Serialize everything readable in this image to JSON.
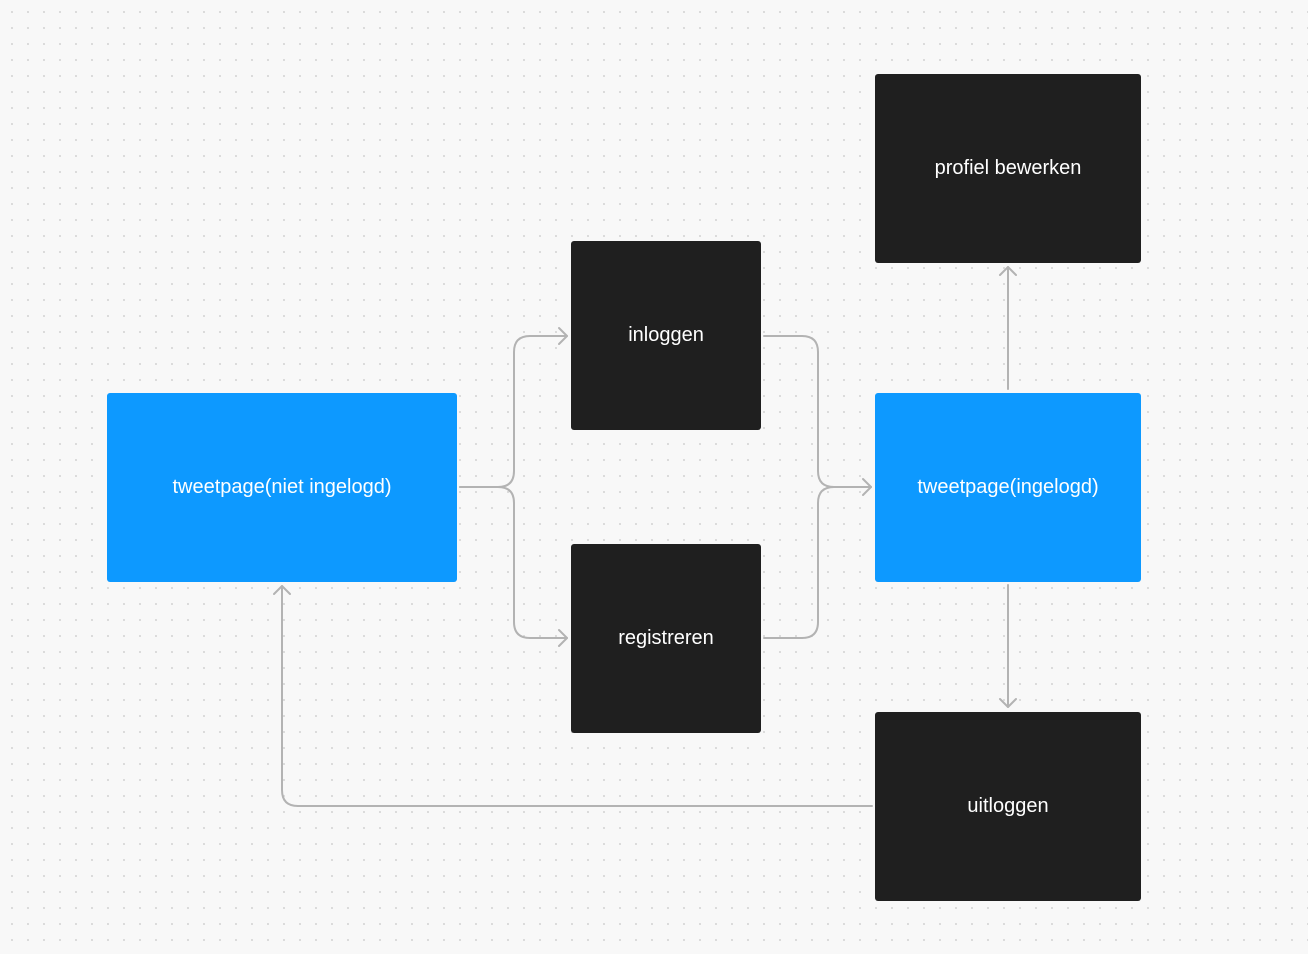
{
  "diagram": {
    "nodes": {
      "tweetpage_guest": {
        "label": "tweetpage(niet ingelogd)",
        "color": "#0d99ff"
      },
      "inloggen": {
        "label": "inloggen",
        "color": "#1f1f1f"
      },
      "registreren": {
        "label": "registreren",
        "color": "#1f1f1f"
      },
      "tweetpage_user": {
        "label": "tweetpage(ingelogd)",
        "color": "#0d99ff"
      },
      "profiel": {
        "label": "profiel bewerken",
        "color": "#1f1f1f"
      },
      "uitloggen": {
        "label": "uitloggen",
        "color": "#1f1f1f"
      }
    },
    "edges": [
      {
        "from": "tweetpage_guest",
        "to": "inloggen"
      },
      {
        "from": "tweetpage_guest",
        "to": "registreren"
      },
      {
        "from": "inloggen",
        "to": "tweetpage_user"
      },
      {
        "from": "registreren",
        "to": "tweetpage_user"
      },
      {
        "from": "tweetpage_user",
        "to": "profiel"
      },
      {
        "from": "tweetpage_user",
        "to": "uitloggen"
      },
      {
        "from": "uitloggen",
        "to": "tweetpage_guest"
      }
    ],
    "connector_color": "#b3b3b3"
  }
}
